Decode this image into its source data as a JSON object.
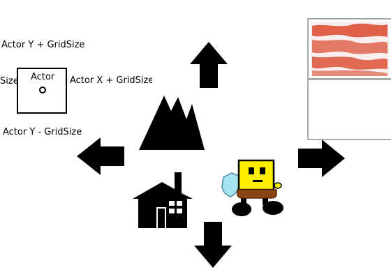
{
  "labels": {
    "actor_y_plus": "Actor Y + GridSize",
    "size_fragment": "Size",
    "actor_x_plus": "Actor X + GridSize",
    "actor_y_minus": "Actor Y - GridSize",
    "actor_box_title": "Actor"
  },
  "colors": {
    "sprite_black": "#000000",
    "character_yellow": "#ffee00",
    "character_belt": "#8b4513",
    "shield_blue": "#a8e4f0",
    "paint_red": "#d9472b",
    "panel_border": "#a9a9a9"
  },
  "icons": {
    "up": "arrow-up-icon",
    "down": "arrow-down-icon",
    "left": "arrow-left-icon",
    "right": "arrow-right-icon",
    "mountain": "mountain-icon",
    "house": "house-icon",
    "character": "character-sprite"
  }
}
